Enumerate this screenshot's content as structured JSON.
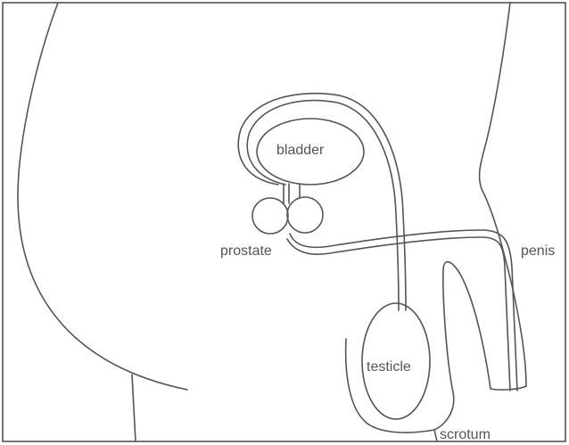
{
  "labels": {
    "bladder": "bladder",
    "prostate": "prostate",
    "penis": "penis",
    "testicle": "testicle",
    "scrotum": "scrotum"
  },
  "colors": {
    "line": "#555555",
    "background": "#ffffff"
  }
}
